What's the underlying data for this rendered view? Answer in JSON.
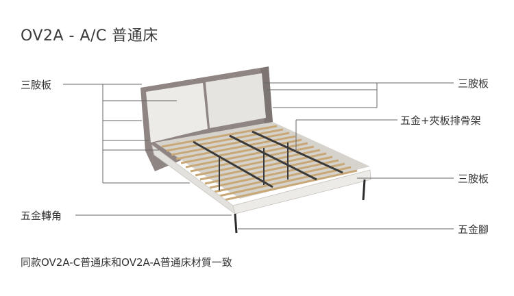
{
  "title": "OV2A - A/C 普通床",
  "labels": {
    "left_plywood": "三胺板",
    "corner_hardware": "五金轉角",
    "right_plywood_top": "三胺板",
    "slat_frame": "五金+夾板排骨架",
    "right_plywood_side": "三胺板",
    "leg_hardware": "五金腳"
  },
  "footnote": "同款OV2A-C普通床和OV2A-A普通床材質一致",
  "colors": {
    "headboard_frame": "#8f8683",
    "headboard_panel": "#ecebe8",
    "bed_frame": "#e3e1dd",
    "slat": "#c9a878",
    "bar": "#3a3a3a",
    "line": "#555555"
  }
}
